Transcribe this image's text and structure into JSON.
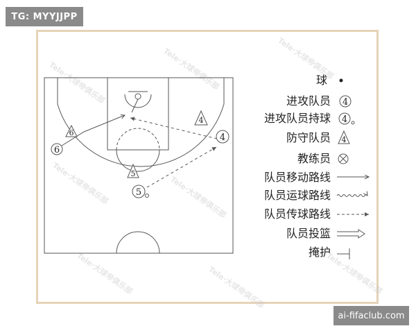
{
  "badges": {
    "top_left": "TG: MYYJJPP",
    "bottom_right": "ai-fifaclub.com"
  },
  "colors": {
    "frame_border": "#e6d3b7",
    "badge_bg": "#8a8a8a",
    "line": "#555555"
  },
  "legend": [
    {
      "label": "球",
      "symbol": "ball-icon"
    },
    {
      "label": "进攻队员",
      "symbol": "offense-player-icon",
      "num": "4"
    },
    {
      "label": "进攻队员持球",
      "symbol": "offense-player-with-ball-icon",
      "num": "4"
    },
    {
      "label": "防守队员",
      "symbol": "defense-player-icon",
      "num": "4"
    },
    {
      "label": "教练员",
      "symbol": "coach-icon"
    },
    {
      "label": "队员移动路线",
      "symbol": "movement-line-icon"
    },
    {
      "label": "队员运球路线",
      "symbol": "dribble-line-icon"
    },
    {
      "label": "队员传球路线",
      "symbol": "pass-line-icon"
    },
    {
      "label": "队员投篮",
      "symbol": "shot-arrow-icon"
    },
    {
      "label": "掩护",
      "symbol": "screen-icon"
    }
  ],
  "players": {
    "offense_6": "6",
    "offense_5": "5",
    "offense_4": "4",
    "defense_6": "6",
    "defense_5": "5",
    "defense_4": "4"
  }
}
